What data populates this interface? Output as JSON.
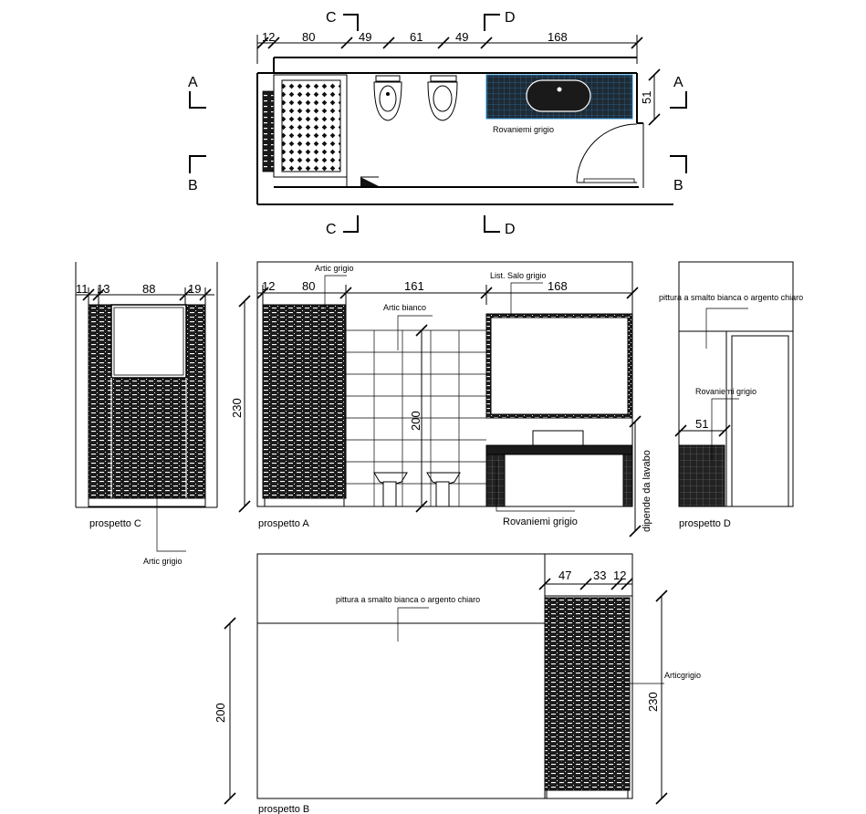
{
  "plan": {
    "dims_top": [
      "12",
      "80",
      "49",
      "61",
      "49",
      "168"
    ],
    "dim_right": "51",
    "section_marks": {
      "a": "A",
      "b": "B",
      "c": "C",
      "d": "D"
    },
    "label_tile": "Rovaniemi grigio"
  },
  "prospetto_c": {
    "title": "prospetto C",
    "dims": [
      "11",
      "13",
      "88",
      "19"
    ],
    "label_tile": "Artic grigio"
  },
  "prospetto_a": {
    "title": "prospetto A",
    "dims": [
      "12",
      "80",
      "161",
      "168"
    ],
    "dim_height": "230",
    "dim_inner": "200",
    "label_artic_grigio": "Artic grigio",
    "label_artic_bianco": "Artic bianco",
    "label_listello": "List. Salo grigio",
    "label_rovaniemi": "Rovaniemi grigio",
    "note_vertical": "dipende da lavabo"
  },
  "prospetto_d": {
    "title": "prospetto D",
    "label_paint": "pittura a smalto bianca o argento chiaro",
    "label_tile": "Rovaniemi grigio",
    "dim": "51"
  },
  "prospetto_b": {
    "title": "prospetto B",
    "label_paint": "pittura a smalto bianca o argento chiaro",
    "label_tile": "Articgrigio",
    "dims": [
      "47",
      "33",
      "12"
    ],
    "dim_left": "200",
    "dim_right": "230"
  },
  "colors": {
    "ink": "#000000",
    "tile_dark": "#1a1a1a",
    "accent_blue": "#2a8cd2",
    "paper": "#ffffff"
  }
}
